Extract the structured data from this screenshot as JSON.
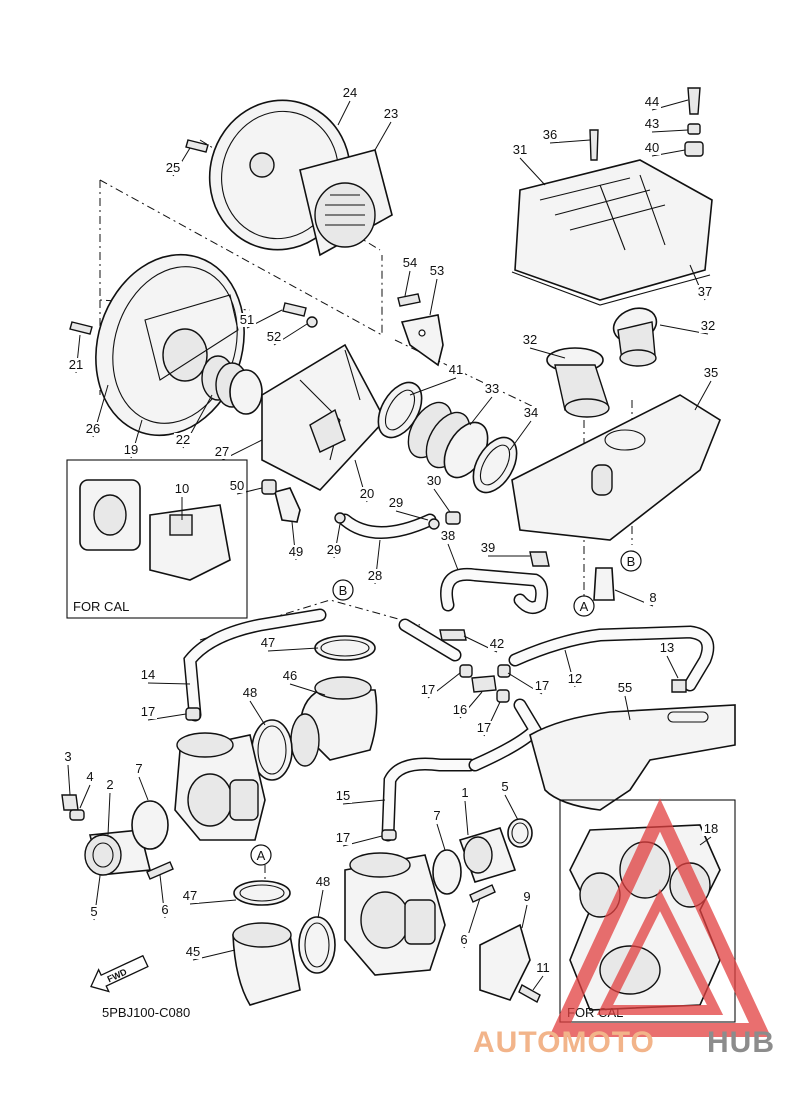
{
  "diagram_code": "5PBJ100-C080",
  "forward_label": "FWD",
  "inset_labels": [
    "FOR CAL",
    "FOR CAL"
  ],
  "ref_markers": [
    "A",
    "B"
  ],
  "watermark": {
    "part1": "AUTOMOTO",
    "part2": "HUB",
    "color1": "#f2b48a",
    "color2": "#8c8c8c",
    "triangle_color": "#e24040"
  },
  "callouts": [
    {
      "id": "1",
      "label": "1"
    },
    {
      "id": "2",
      "label": "2"
    },
    {
      "id": "3",
      "label": "3"
    },
    {
      "id": "4",
      "label": "4"
    },
    {
      "id": "5a",
      "label": "5"
    },
    {
      "id": "5b",
      "label": "5"
    },
    {
      "id": "6a",
      "label": "6"
    },
    {
      "id": "6b",
      "label": "6"
    },
    {
      "id": "7a",
      "label": "7"
    },
    {
      "id": "7b",
      "label": "7"
    },
    {
      "id": "8",
      "label": "8"
    },
    {
      "id": "9",
      "label": "9"
    },
    {
      "id": "10",
      "label": "10"
    },
    {
      "id": "11",
      "label": "11"
    },
    {
      "id": "12",
      "label": "12"
    },
    {
      "id": "13",
      "label": "13"
    },
    {
      "id": "14",
      "label": "14"
    },
    {
      "id": "15",
      "label": "15"
    },
    {
      "id": "16",
      "label": "16"
    },
    {
      "id": "17a",
      "label": "17"
    },
    {
      "id": "17b",
      "label": "17"
    },
    {
      "id": "17c",
      "label": "17"
    },
    {
      "id": "17d",
      "label": "17"
    },
    {
      "id": "17e",
      "label": "17"
    },
    {
      "id": "18",
      "label": "18"
    },
    {
      "id": "19",
      "label": "19"
    },
    {
      "id": "20",
      "label": "20"
    },
    {
      "id": "21",
      "label": "21"
    },
    {
      "id": "22",
      "label": "22"
    },
    {
      "id": "23",
      "label": "23"
    },
    {
      "id": "24",
      "label": "24"
    },
    {
      "id": "25",
      "label": "25"
    },
    {
      "id": "26",
      "label": "26"
    },
    {
      "id": "27",
      "label": "27"
    },
    {
      "id": "28",
      "label": "28"
    },
    {
      "id": "29a",
      "label": "29"
    },
    {
      "id": "29b",
      "label": "29"
    },
    {
      "id": "30",
      "label": "30"
    },
    {
      "id": "31",
      "label": "31"
    },
    {
      "id": "32a",
      "label": "32"
    },
    {
      "id": "32b",
      "label": "32"
    },
    {
      "id": "33",
      "label": "33"
    },
    {
      "id": "34",
      "label": "34"
    },
    {
      "id": "35",
      "label": "35"
    },
    {
      "id": "36",
      "label": "36"
    },
    {
      "id": "37",
      "label": "37"
    },
    {
      "id": "38",
      "label": "38"
    },
    {
      "id": "39",
      "label": "39"
    },
    {
      "id": "40",
      "label": "40"
    },
    {
      "id": "41",
      "label": "41"
    },
    {
      "id": "42",
      "label": "42"
    },
    {
      "id": "43",
      "label": "43"
    },
    {
      "id": "44",
      "label": "44"
    },
    {
      "id": "45",
      "label": "45"
    },
    {
      "id": "46",
      "label": "46"
    },
    {
      "id": "47a",
      "label": "47"
    },
    {
      "id": "47b",
      "label": "47"
    },
    {
      "id": "48a",
      "label": "48"
    },
    {
      "id": "48b",
      "label": "48"
    },
    {
      "id": "49",
      "label": "49"
    },
    {
      "id": "50",
      "label": "50"
    },
    {
      "id": "51",
      "label": "51"
    },
    {
      "id": "52",
      "label": "52"
    },
    {
      "id": "53",
      "label": "53"
    },
    {
      "id": "54",
      "label": "54"
    },
    {
      "id": "55",
      "label": "55"
    }
  ]
}
